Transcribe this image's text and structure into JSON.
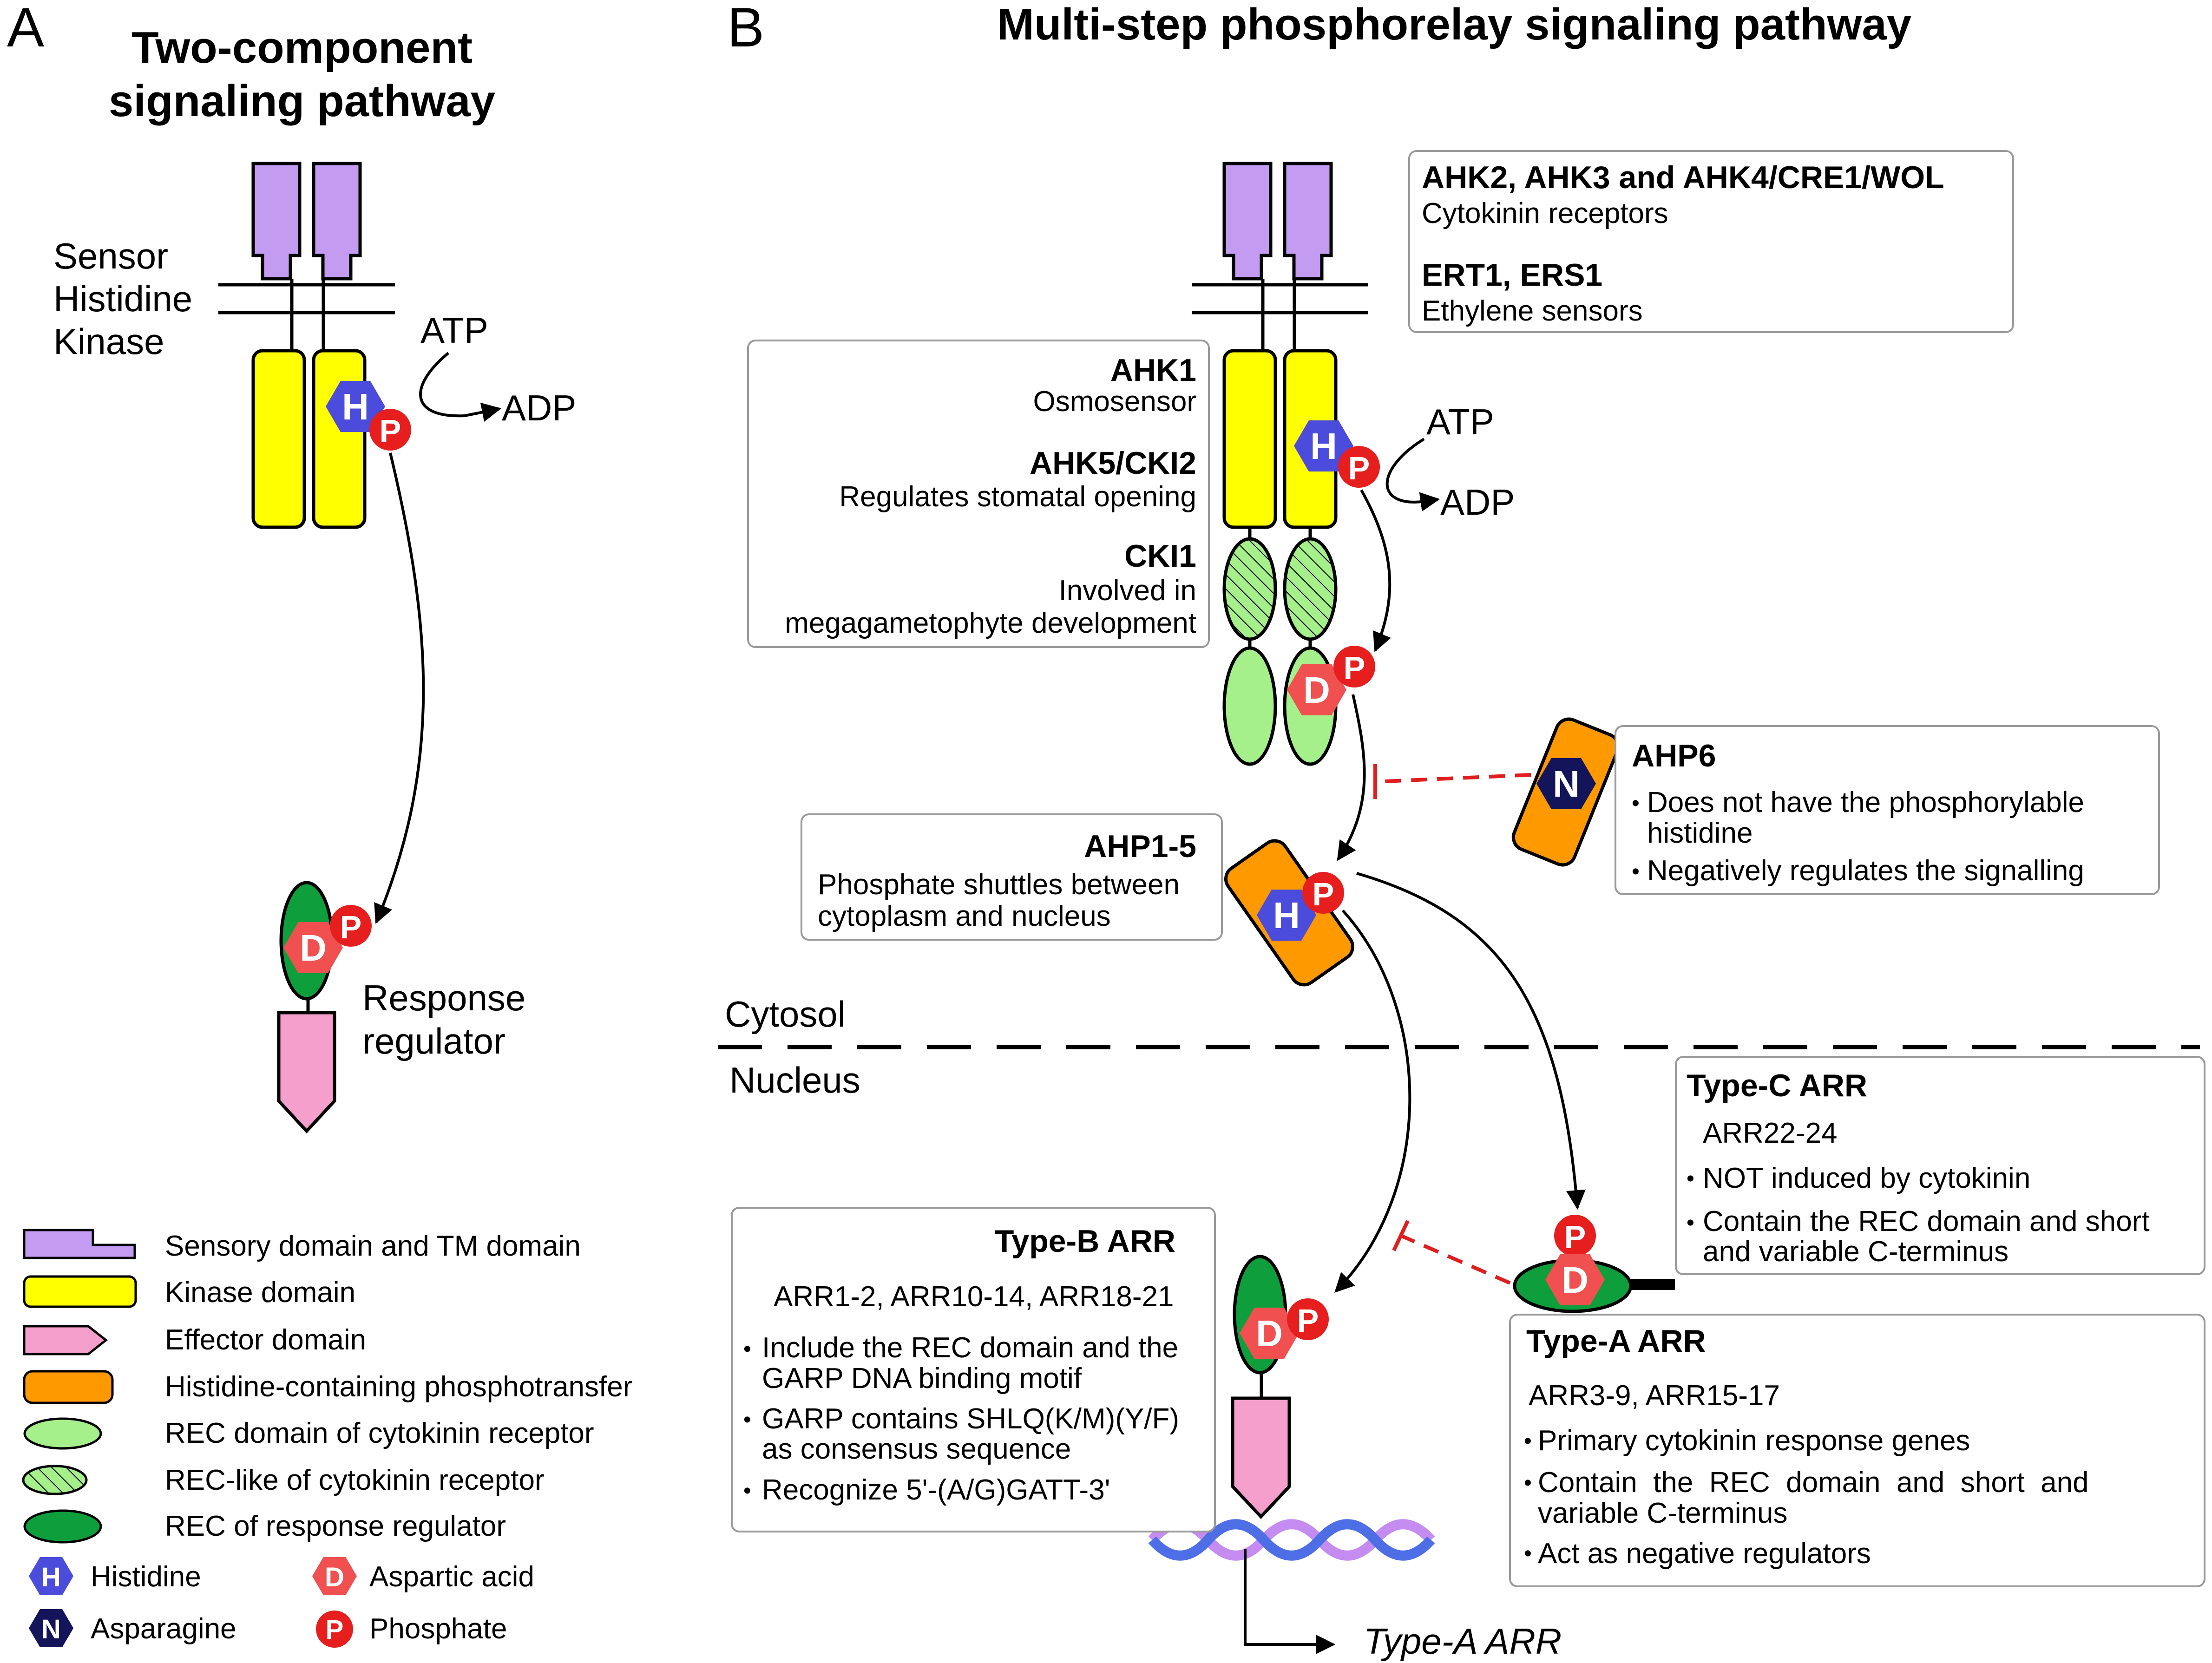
{
  "panel_a": {
    "letter": "A",
    "title_line1": "Two-component",
    "title_line2": "signaling pathway",
    "sensor_line1": "Sensor",
    "sensor_line2": "Histidine",
    "sensor_line3": "Kinase",
    "atp": "ATP",
    "adp": "ADP",
    "response_line1": "Response",
    "response_line2": "regulator"
  },
  "panel_b": {
    "letter": "B",
    "title": "Multi-step phosphorelay signaling pathway",
    "atp": "ATP",
    "adp": "ADP",
    "cytosol": "Cytosol",
    "nucleus": "Nucleus",
    "gene_label": "Type-A ARR",
    "box_receptors": {
      "t1": "AHK2, AHK3 and AHK4/CRE1/WOL",
      "t2": "Cytokinin receptors",
      "t3": "ERT1, ERS1",
      "t4": "Ethylene sensors"
    },
    "box_ahk1": {
      "t1": "AHK1",
      "t2": "Osmosensor",
      "t3": "AHK5/CKI2",
      "t4": "Regulates stomatal opening",
      "t5": "CKI1",
      "t6": "Involved in",
      "t7": "megagametophyte development"
    },
    "box_ahp6": {
      "title": "AHP6",
      "b1_l1": "Does not have the phosphorylable",
      "b1_l2": "histidine",
      "b2": "Negatively regulates the signalling"
    },
    "box_ahp15": {
      "title": "AHP1-5",
      "l1": "Phosphate shuttles between",
      "l2": "cytoplasm and nucleus"
    },
    "box_typec": {
      "title": "Type-C ARR",
      "sub": "ARR22-24",
      "b1": "NOT induced by cytokinin",
      "b2_l1": "Contain the REC domain and short",
      "b2_l2": "and variable C-terminus"
    },
    "box_typeb": {
      "title": "Type-B ARR",
      "sub": "ARR1-2, ARR10-14, ARR18-21",
      "b1_l1": "Include the REC domain and the",
      "b1_l2": "GARP DNA binding motif",
      "b2_l1": "GARP contains SHLQ(K/M)(Y/F)",
      "b2_l2": "as consensus sequence",
      "b3": "Recognize 5'-(A/G)GATT-3'"
    },
    "box_typea": {
      "title": "Type-A ARR",
      "sub": "ARR3-9, ARR15-17",
      "b1": "Primary cytokinin response genes",
      "b2_l1": "Contain  the  REC  domain  and  short  and",
      "b2_l2": "variable C-terminus",
      "b3": "Act as negative regulators"
    }
  },
  "badges": {
    "h": "H",
    "p": "P",
    "d": "D",
    "n": "N"
  },
  "legend": {
    "sensory": "Sensory domain and TM domain",
    "kinase": "Kinase domain",
    "effector": "Effector domain",
    "hpt": "Histidine-containing phosphotransfer",
    "rec_receptor": "REC domain of cytokinin receptor",
    "rec_like": "REC-like of cytokinin receptor",
    "rec_rr": "REC of response regulator",
    "histidine": "Histidine",
    "asparagine": "Asparagine",
    "aspartic": "Aspartic acid",
    "phosphate": "Phosphate"
  },
  "colors": {
    "sensory": "#c39bf0",
    "kinase": "#ffff00",
    "effector": "#f59fcd",
    "hpt": "#ff9900",
    "rec_receptor": "#a6f08c",
    "rec_rr": "#0e9e3c",
    "histidine": "#4b4bdc",
    "aspartic": "#f05050",
    "phosphate": "#e61e1e",
    "asparagine": "#14145a",
    "inhibit": "#e01e1e"
  }
}
